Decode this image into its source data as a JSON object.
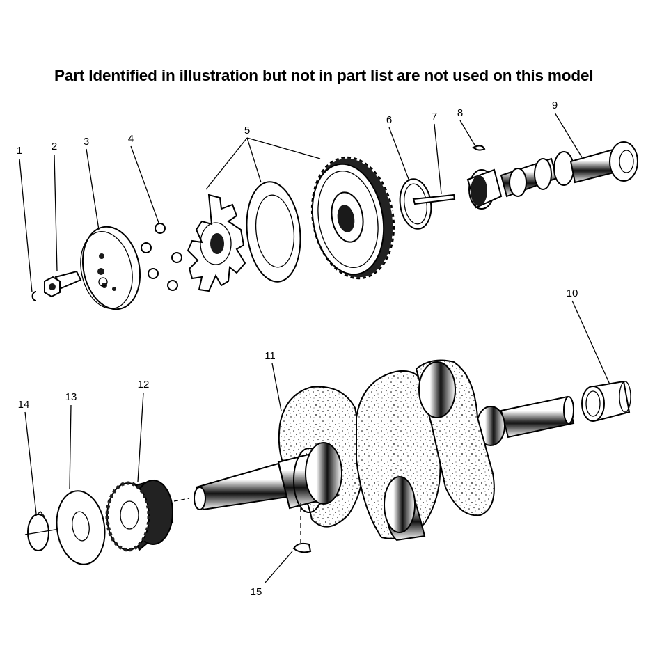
{
  "notice": "Part Identified in illustration but not in part list are not used on this model",
  "callouts": [
    "1",
    "2",
    "3",
    "4",
    "5",
    "6",
    "7",
    "8",
    "9",
    "10",
    "11",
    "12",
    "13",
    "14",
    "15"
  ]
}
